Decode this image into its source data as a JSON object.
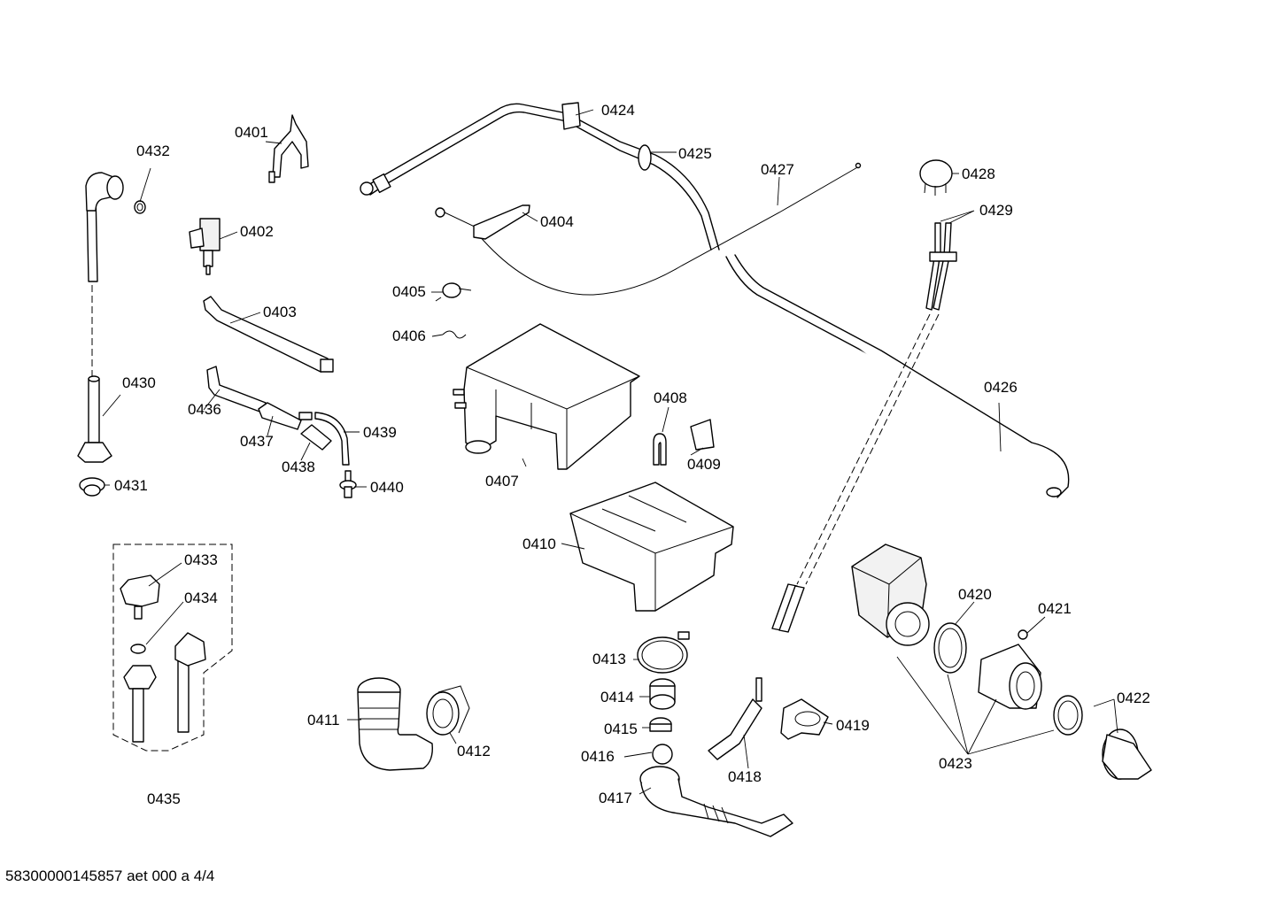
{
  "labels": {
    "p0401": "0401",
    "p0402": "0402",
    "p0403": "0403",
    "p0404": "0404",
    "p0405": "0405",
    "p0406": "0406",
    "p0407": "0407",
    "p0408": "0408",
    "p0409": "0409",
    "p0410": "0410",
    "p0411": "0411",
    "p0412": "0412",
    "p0413": "0413",
    "p0414": "0414",
    "p0415": "0415",
    "p0416": "0416",
    "p0417": "0417",
    "p0418": "0418",
    "p0419": "0419",
    "p0420": "0420",
    "p0421": "0421",
    "p0422": "0422",
    "p0423": "0423",
    "p0424": "0424",
    "p0425": "0425",
    "p0426": "0426",
    "p0427": "0427",
    "p0428": "0428",
    "p0429": "0429",
    "p0430": "0430",
    "p0431": "0431",
    "p0432": "0432",
    "p0433": "0433",
    "p0434": "0434",
    "p0435": "0435",
    "p0436": "0436",
    "p0437": "0437",
    "p0438": "0438",
    "p0439": "0439",
    "p0440": "0440"
  },
  "footer": {
    "code": "58300000145857 aet 000 a 4/4"
  }
}
